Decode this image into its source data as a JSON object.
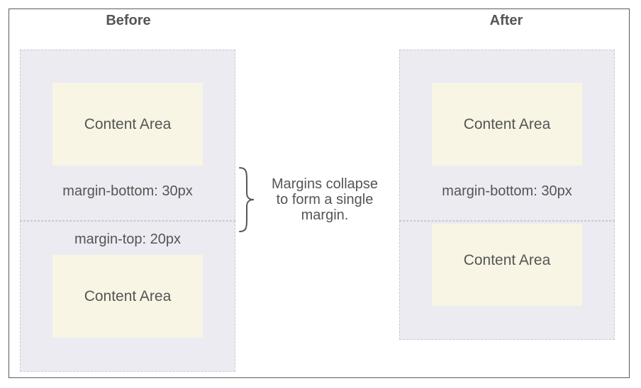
{
  "before": {
    "heading": "Before",
    "top_content": "Content Area",
    "top_margin_label": "margin-bottom: 30px",
    "bottom_margin_label": "margin-top: 20px",
    "bottom_content": "Content Area"
  },
  "after": {
    "heading": "After",
    "top_content": "Content Area",
    "top_margin_label": "margin-bottom: 30px",
    "bottom_content": "Content Area"
  },
  "note": {
    "line1": "Margins collapse",
    "line2": "to form a single",
    "line3": "margin."
  },
  "colors": {
    "margin_fill": "#ebebf1",
    "content_fill": "#f8f5e4",
    "text": "#555555",
    "frame": "#5a5a5a"
  }
}
